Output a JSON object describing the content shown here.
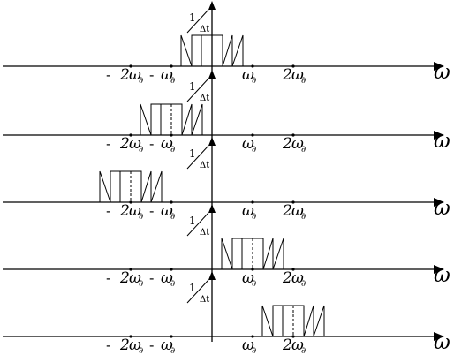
{
  "diagram": {
    "axis_label": "ω",
    "one": "1",
    "delta_t": "Δt",
    "ticks": [
      {
        "sign": "-",
        "coef": "2",
        "sym": "ω",
        "sub": "∂"
      },
      {
        "sign": "-",
        "coef": "",
        "sym": "ω",
        "sub": "∂"
      },
      {
        "sign": "",
        "coef": "",
        "sym": "ω",
        "sub": "∂"
      },
      {
        "sign": "",
        "coef": "2",
        "sym": "ω",
        "sub": "∂"
      }
    ],
    "rows": [
      {
        "name": "spectrum-row-1",
        "shift": 0
      },
      {
        "name": "spectrum-row-2",
        "shift": -1
      },
      {
        "name": "spectrum-row-3",
        "shift": -2
      },
      {
        "name": "spectrum-row-4",
        "shift": 1
      },
      {
        "name": "spectrum-row-5",
        "shift": 2
      }
    ]
  }
}
